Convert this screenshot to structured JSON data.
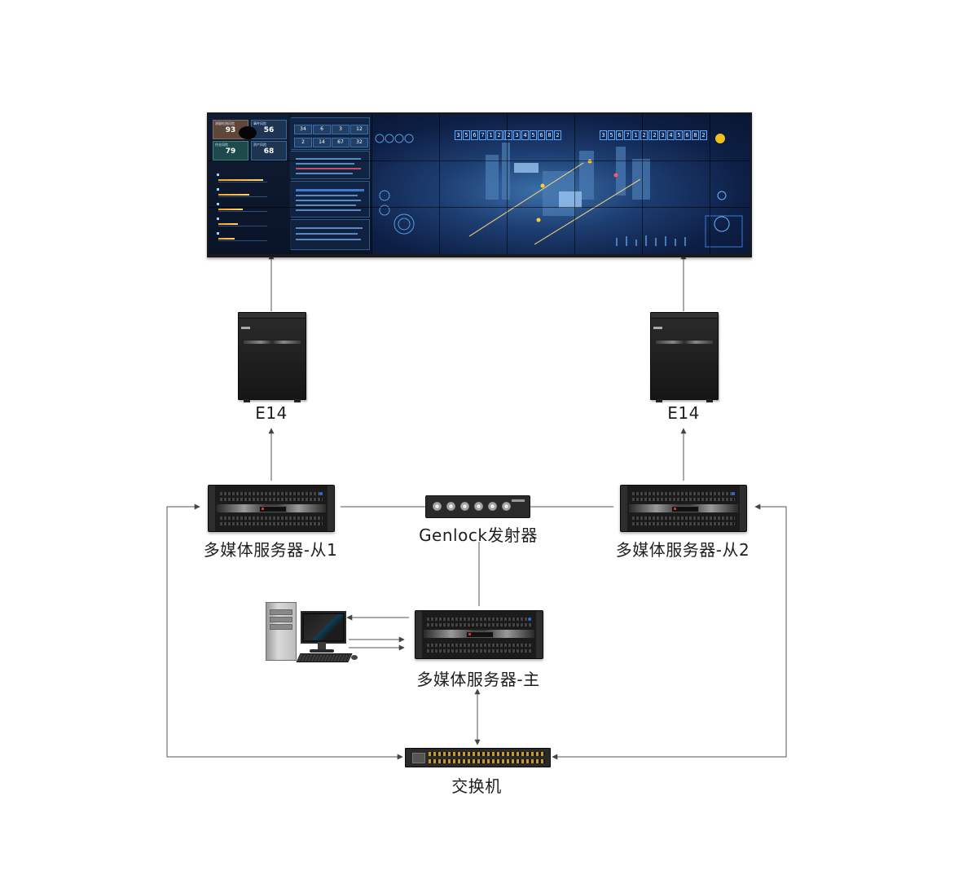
{
  "nodes": {
    "e14_left": {
      "label": "E14"
    },
    "e14_right": {
      "label": "E14"
    },
    "slave1": {
      "label": "多媒体服务器-从1"
    },
    "slave2": {
      "label": "多媒体服务器-从2"
    },
    "genlock": {
      "label": "Genlock发射器"
    },
    "master": {
      "label": "多媒体服务器-主"
    },
    "switch": {
      "label": "交换机"
    }
  },
  "video_wall": {
    "kpis": [
      {
        "title": "测量检测风险",
        "value": "93"
      },
      {
        "title": "事件风险",
        "value": "56"
      },
      {
        "title": "作业风险",
        "value": "79"
      },
      {
        "title": "资产风险",
        "value": "68"
      }
    ],
    "table_values": [
      "34",
      "6",
      "3",
      "12",
      "2",
      "14",
      "67",
      "32"
    ],
    "counter_left": [
      "3",
      "5",
      "6",
      "7",
      "1",
      "2",
      "3"
    ],
    "counter_mid": [
      "2",
      "3",
      "4",
      "5",
      "6",
      "8",
      "2"
    ],
    "counter_right_a": [
      "3",
      "5",
      "6",
      "7",
      "1",
      "2",
      "3"
    ],
    "counter_right_b": [
      "2",
      "3",
      "4",
      "5",
      "6",
      "8",
      "2"
    ]
  }
}
